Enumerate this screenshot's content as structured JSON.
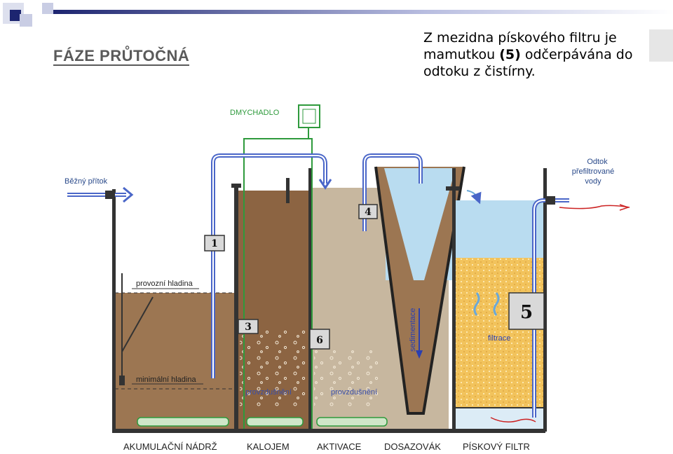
{
  "slide": {
    "title": "FÁZE PRŮTOČNÁ",
    "caption_pre": "Z mezidna pískového filtru je mamutkou ",
    "caption_bold": "(5)",
    "caption_post": " odčerpávána do odtoku z čistírny."
  },
  "diagram": {
    "blower_label": "DMYCHADLO",
    "inflow_label": "Běžný přítok",
    "outflow_label": [
      "Odtok",
      "přefiltrované",
      "vody"
    ],
    "level_operating": "provozní hladina",
    "level_minimum": "minimální hladina",
    "aeration_1": "provzdušnění",
    "aeration_2": "provzdušnění",
    "sedimentation": "sedimentace",
    "filtration": "filtrace",
    "pump_numbers": [
      "1",
      "3",
      "4",
      "5",
      "6"
    ],
    "tanks": [
      "AKUMULAČNÍ NÁDRŽ",
      "KALOJEM",
      "AKTIVACE",
      "DOSAZOVÁK",
      "PÍSKOVÝ FILTR"
    ]
  },
  "colors": {
    "water_brown": "#9c7652",
    "sludge_brown": "#8c6442",
    "activation": "#c7b79f",
    "clear_water": "#b9dcf0",
    "sand": "#f2c35c",
    "pipe_blue": "#4a66c8",
    "air_green": "#2e9a3c",
    "annotation_red": "#cc2222"
  }
}
